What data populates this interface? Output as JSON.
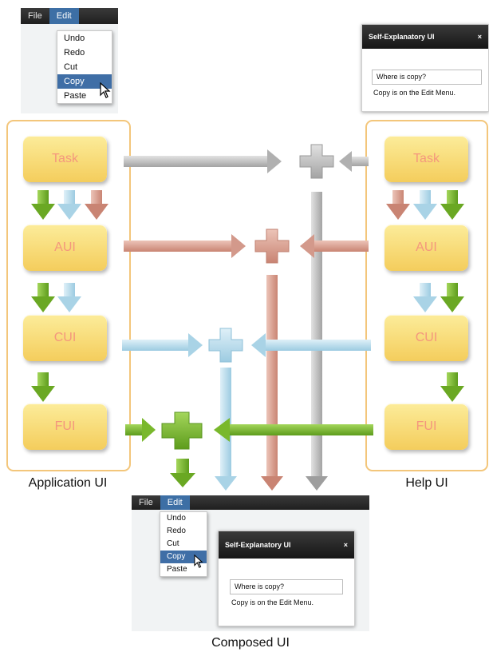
{
  "menu": {
    "file": "File",
    "edit": "Edit",
    "items": [
      "Undo",
      "Redo",
      "Cut",
      "Copy",
      "Paste"
    ],
    "selected_index": 3
  },
  "dialog": {
    "title": "Self-Explanatory UI",
    "close": "×",
    "input_value": "Where is copy?",
    "answer": "Copy is on the Edit Menu."
  },
  "application_ui": {
    "caption": "Application UI",
    "levels": [
      "Task",
      "AUI",
      "CUI",
      "FUI"
    ]
  },
  "help_ui": {
    "caption": "Help UI",
    "levels": [
      "Task",
      "AUI",
      "CUI",
      "FUI"
    ]
  },
  "composed_ui": {
    "caption": "Composed UI"
  },
  "colors": {
    "task": "#b3b3b3",
    "aui": "#d3998b",
    "cui": "#a9d3e6",
    "fui": "#79b82c",
    "panel_border": "#f3c67b",
    "box_fill": "#f7d873",
    "box_text": "#f4977d"
  }
}
